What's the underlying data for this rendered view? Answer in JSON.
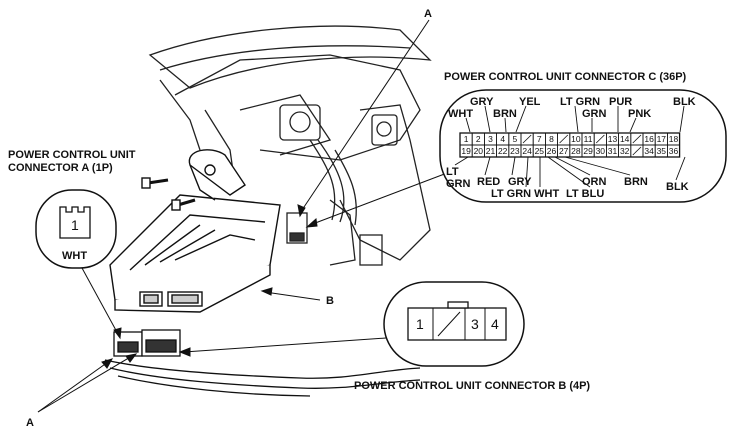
{
  "callouts": {
    "a_top": "A",
    "a_bottom": "A",
    "b": "B"
  },
  "connector_a": {
    "title_line1": "POWER CONTROL UNIT",
    "title_line2": "CONNECTOR A (1P)",
    "pin": "1",
    "wire": "WHT"
  },
  "connector_b": {
    "title": "POWER CONTROL UNIT CONNECTOR B (4P)",
    "pins": [
      "1",
      "3",
      "4"
    ]
  },
  "connector_c": {
    "title": "POWER CONTROL UNIT CONNECTOR C (36P)",
    "top_row": [
      "1",
      "2",
      "3",
      "4",
      "5",
      "",
      "7",
      "8",
      "",
      "10",
      "11",
      "",
      "13",
      "14",
      "",
      "16",
      "17",
      "18"
    ],
    "bottom_row": [
      "19",
      "20",
      "21",
      "22",
      "23",
      "24",
      "25",
      "26",
      "27",
      "28",
      "29",
      "30",
      "31",
      "32",
      "",
      "34",
      "35",
      "36"
    ],
    "wire_labels": {
      "wht": "WHT",
      "gry_top": "GRY",
      "brn_top": "BRN",
      "yel": "YEL",
      "lt_grn_top": "LT GRN",
      "grn": "GRN",
      "pur": "PUR",
      "pnk": "PNK",
      "blk_top": "BLK",
      "lt": "LT",
      "grn_left": "GRN",
      "red": "RED",
      "gry_bottom": "GRY",
      "lt_grn_wht": "LT GRN WHT",
      "orn": "ORN",
      "lt_blu": "LT BLU",
      "brn_bottom": "BRN",
      "blk_bottom": "BLK"
    }
  }
}
